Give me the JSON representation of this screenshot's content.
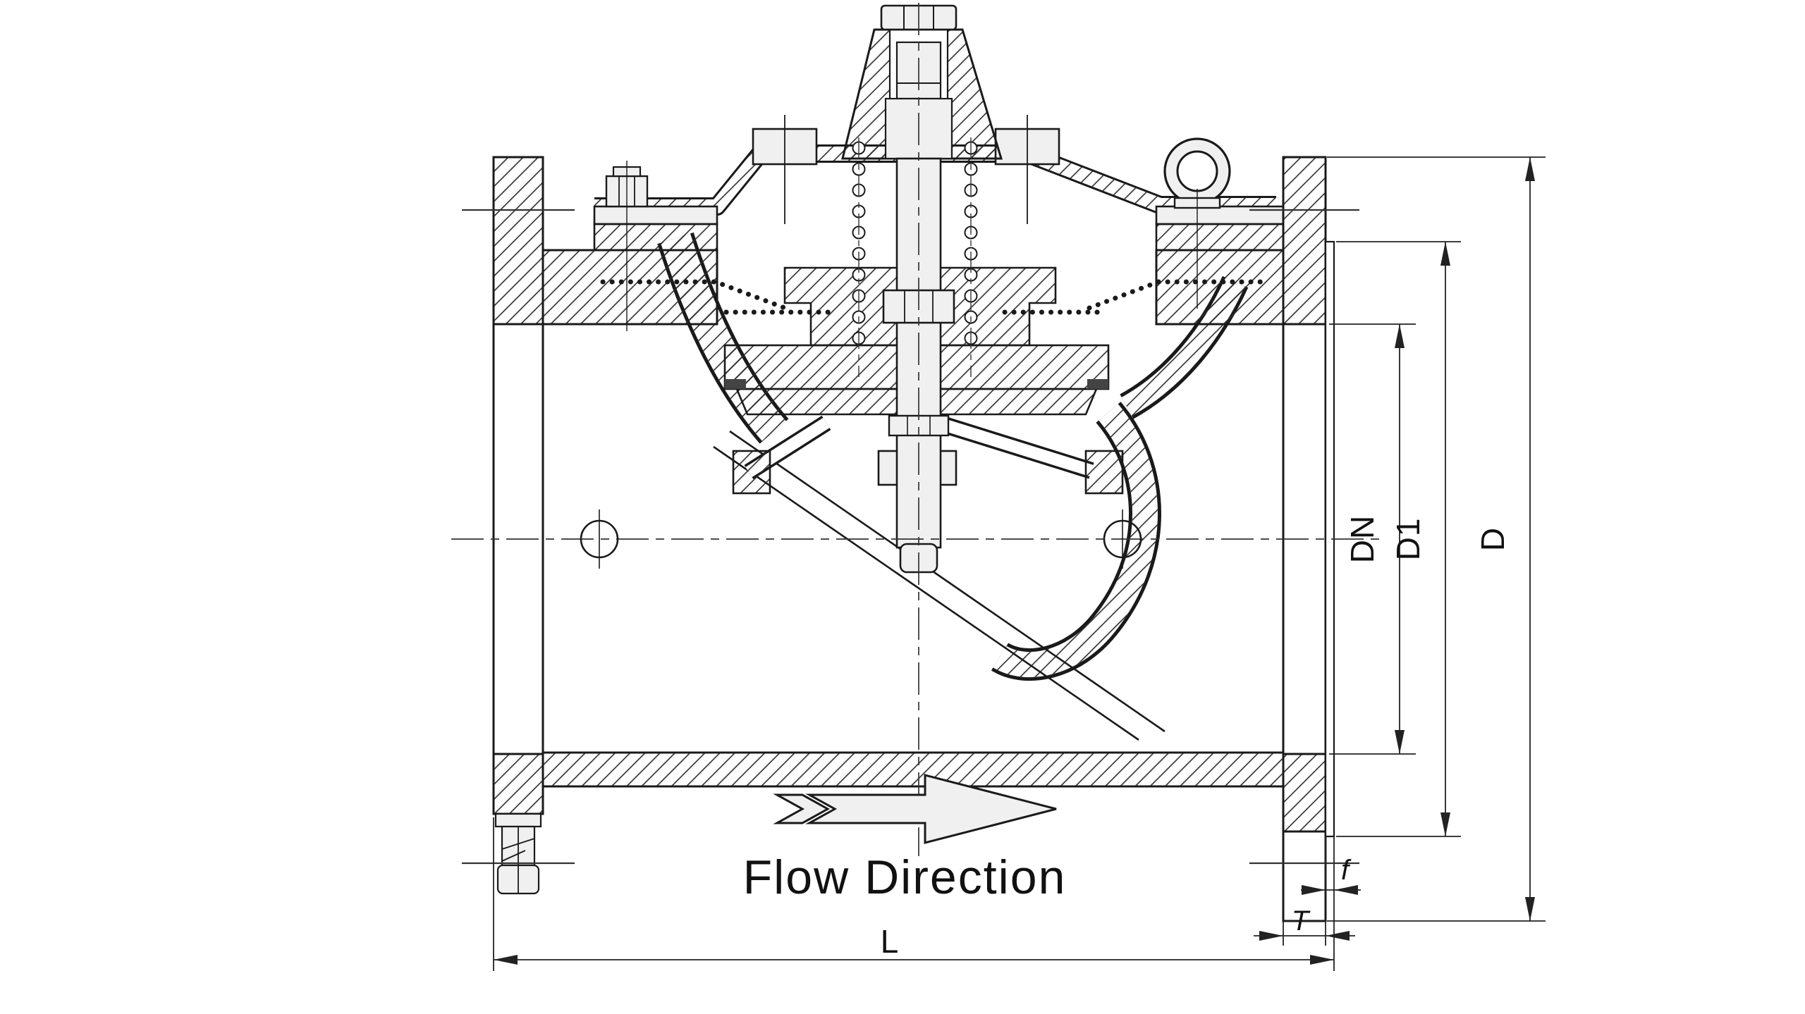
{
  "drawing": {
    "type": "technical-drawing",
    "subject": "diaphragm-actuated control valve cross-section",
    "annotations": {
      "flow_direction": "Flow Direction"
    },
    "dimension_labels": {
      "bore_diameter": "DN",
      "raised_face_diameter": "D1",
      "flange_outer_diameter": "D",
      "face_to_face_length": "L",
      "raised_face_height": "f",
      "flange_thickness": "T"
    },
    "colors": {
      "line": "#1a1a1a",
      "background": "#ffffff",
      "metal_fill": "#f0f0f0",
      "hatch_line": "#2a2a2a"
    }
  }
}
